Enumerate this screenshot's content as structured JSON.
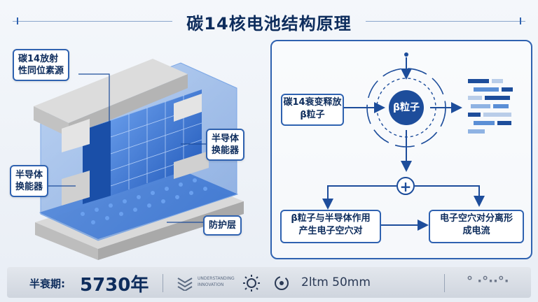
{
  "title": "碳14核电池结构原理",
  "labels": {
    "carbon_source": [
      "碳14放射",
      "性同位素源"
    ],
    "semi_right": [
      "半导体",
      "换能器"
    ],
    "semi_left": [
      "半导体",
      "换能器"
    ],
    "protect": "防护层"
  },
  "flow": {
    "decay": [
      "碳14衰变释放",
      "β粒子"
    ],
    "beta": "β粒子",
    "interaction": [
      "β粒子与半导体作用",
      "产生电子空穴对"
    ],
    "separation": [
      "电子空穴对分离形",
      "成电流"
    ],
    "plus": "+"
  },
  "footer": {
    "half_life_label": "半衰期:",
    "half_life_value": "5730年",
    "small_text": [
      "UNDERSTANDING",
      "INNOVATION"
    ],
    "spec": "2ltm 50mm",
    "brand": "° ·°··°·"
  },
  "colors": {
    "accent": "#1d4d9b",
    "light_accent": "#5b8fd6",
    "dark": "#0d2c5c"
  }
}
